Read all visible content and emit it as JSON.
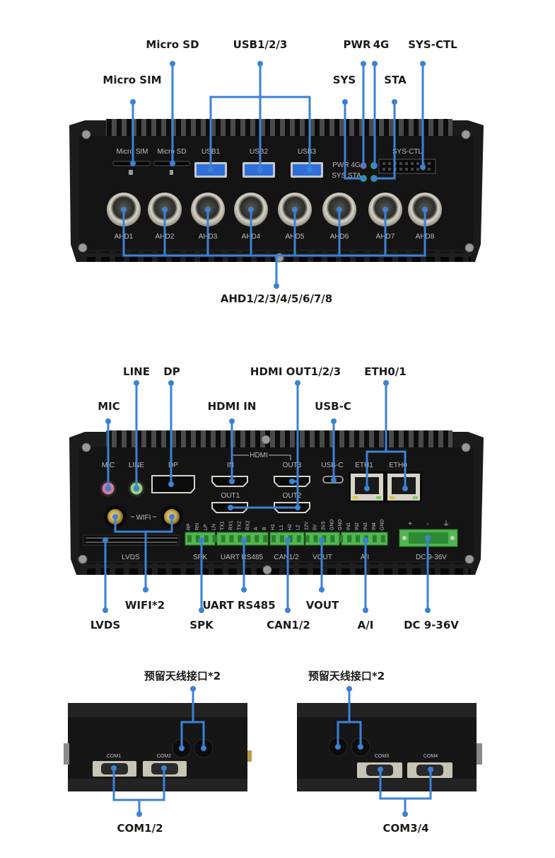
{
  "colors": {
    "callout": "#3b82d6",
    "chassis": "#1b1b1b",
    "panel": "#111111",
    "terminal": "#4fb84f",
    "usb": "#2f6fd8"
  },
  "panel1": {
    "callouts": {
      "micro_sim": "Micro SIM",
      "micro_sd": "Micro SD",
      "usb": "USB1/2/3",
      "pwr": "PWR",
      "g4": "4G",
      "sys_ctl": "SYS-CTL",
      "sys": "SYS",
      "sta": "STA",
      "ahd": "AHD1/2/3/4/5/6/7/8"
    },
    "print": {
      "micro_sim": "Micro SIM",
      "micro_sd": "Micro SD",
      "usb1": "USB1",
      "usb2": "USB2",
      "usb3": "USB3",
      "pwr_4g": "PWR 4G",
      "sys_sta": "SYS STA",
      "sys_ctl": "SYS-CTL",
      "ahd": [
        "AHD1",
        "AHD2",
        "AHD3",
        "AHD4",
        "AHD5",
        "AHD6",
        "AHD7",
        "AHD8"
      ]
    }
  },
  "panel2": {
    "callouts": {
      "line": "LINE",
      "dp": "DP",
      "hdmi_out": "HDMI OUT1/2/3",
      "eth": "ETH0/1",
      "mic": "MIC",
      "hdmi_in": "HDMI IN",
      "usb_c": "USB-C",
      "wifi": "WIFI*2",
      "uart": "UART RS485",
      "vout": "VOUT",
      "lvds": "LVDS",
      "spk": "SPK",
      "can": "CAN1/2",
      "ai": "A/I",
      "dc": "DC 9-36V"
    },
    "print": {
      "mic": "MIC",
      "line": "LINE",
      "dp": "DP",
      "hdmi": "HDMI",
      "in": "IN",
      "out1": "OUT1",
      "out2": "OUT2",
      "out3": "OUT3",
      "usb_c": "USB-C",
      "eth1": "ETH1",
      "eth0": "ETH0",
      "wifi": "WIFI",
      "lvds": "LVDS",
      "spk": "SPK",
      "uart_rs485": "UART RS485",
      "can": "CAN1/2",
      "vout": "VOUT",
      "ai": "A/I",
      "dc": "DC 9-36V",
      "pins": [
        "RP",
        "RN",
        "LP",
        "LN",
        "TX1",
        "RX1",
        "TX2",
        "RX2",
        "A",
        "B",
        "H1",
        "L1",
        "H2",
        "L2",
        "12V",
        "5V",
        "3V3",
        "GND",
        "GND",
        "IN1",
        "IN2",
        "IN3",
        "IN4",
        "GND"
      ],
      "power_pins": [
        "+",
        "-",
        "⏚"
      ]
    }
  },
  "panel3": {
    "callouts": {
      "antenna": "预留天线接口*2",
      "com": "COM1/2"
    },
    "print": {
      "com1": "COM1",
      "com2": "COM2"
    }
  },
  "panel4": {
    "callouts": {
      "antenna": "预留天线接口*2",
      "com": "COM3/4"
    },
    "print": {
      "com3": "COM3",
      "com4": "COM4"
    }
  }
}
